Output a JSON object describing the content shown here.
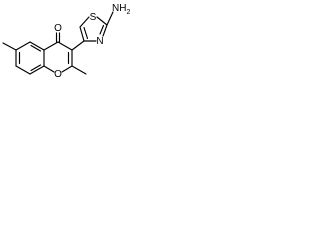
{
  "molecule": {
    "atom_labels": {
      "carbonyl_oxygen": "O",
      "ring_oxygen": "O",
      "thiazole_sulfur": "S",
      "thiazole_nitrogen": "N",
      "amino_nitrogen": "N",
      "amino_hydrogen": "H",
      "amino_count": "2"
    }
  }
}
